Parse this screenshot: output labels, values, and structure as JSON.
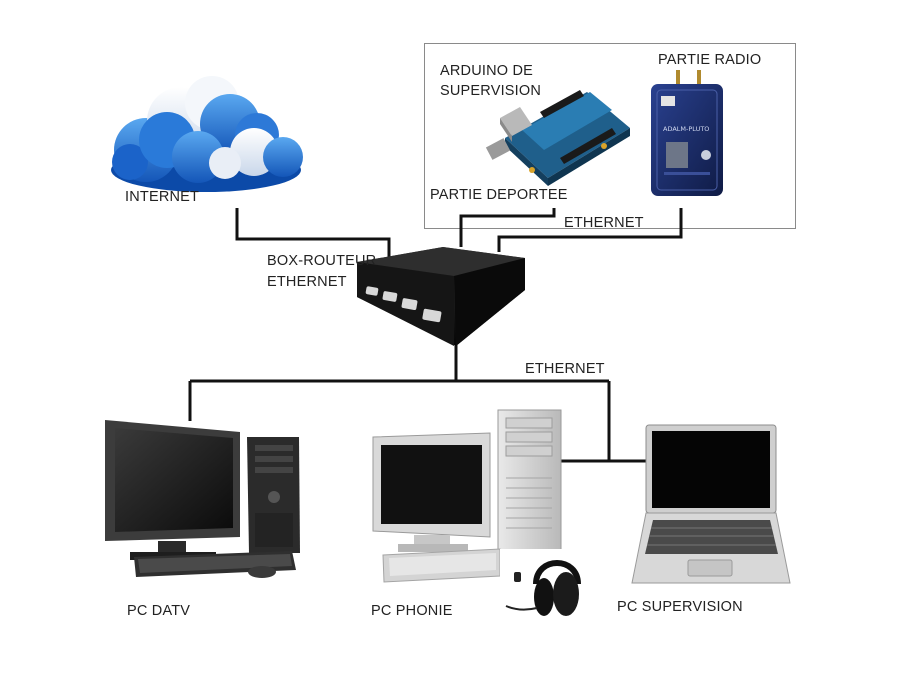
{
  "labels": {
    "internet": "INTERNET",
    "arduino_line1": "ARDUINO DE",
    "arduino_line2": "SUPERVISION",
    "partie_radio": "PARTIE RADIO",
    "partie_deportee": "PARTIE DEPORTEE",
    "ethernet_top": "ETHERNET",
    "box_line1": "BOX-ROUTEUR",
    "box_line2": "ETHERNET",
    "ethernet_mid": "ETHERNET",
    "pc_datv": "PC DATV",
    "pc_phonie": "PC PHONIE",
    "pc_supervision": "PC SUPERVISION"
  },
  "devices": {
    "radio_panel_text": "ADALM-PLUTO"
  },
  "colors": {
    "cable": "#111111",
    "cloud_dark": "#1d6fd6",
    "cloud_light": "#e8f0fb",
    "router_body": "#1a1a1a",
    "arduino_board": "#1f5f8b",
    "radio_body": "#1b2d6b"
  }
}
